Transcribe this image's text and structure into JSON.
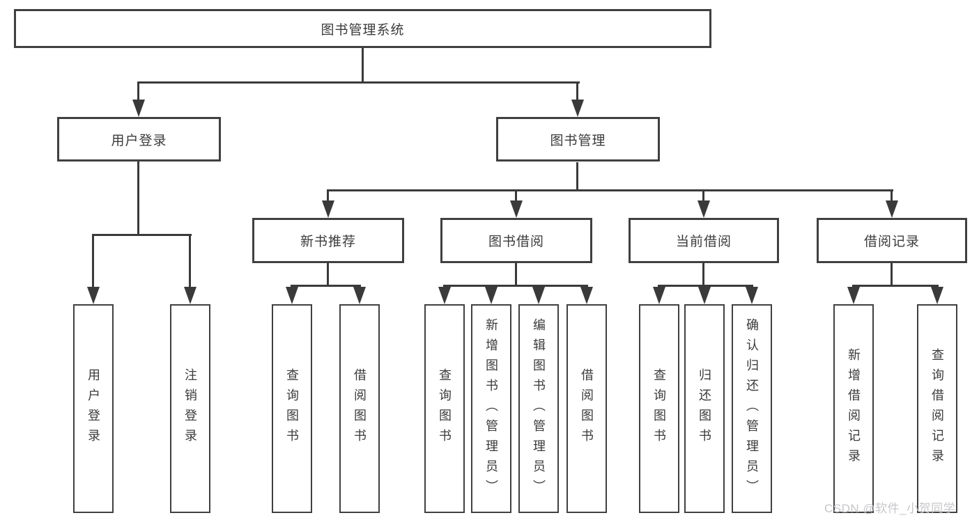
{
  "watermark": "CSDN @软件_小贺同学",
  "tree": {
    "root": "图书管理系统",
    "login": {
      "label": "用户登录",
      "children": [
        "用户登录",
        "注销登录"
      ]
    },
    "mgmt": {
      "label": "图书管理",
      "sections": [
        {
          "label": "新书推荐",
          "children": [
            "查询图书",
            "借阅图书"
          ]
        },
        {
          "label": "图书借阅",
          "children": [
            "查询图书",
            "新增图书（管理员）",
            "编辑图书（管理员）",
            "借阅图书"
          ]
        },
        {
          "label": "当前借阅",
          "children": [
            "查询图书",
            "归还图书",
            "确认归还（管理员）"
          ]
        },
        {
          "label": "借阅记录",
          "children": [
            "新增借阅记录",
            "查询借阅记录"
          ]
        }
      ]
    }
  }
}
